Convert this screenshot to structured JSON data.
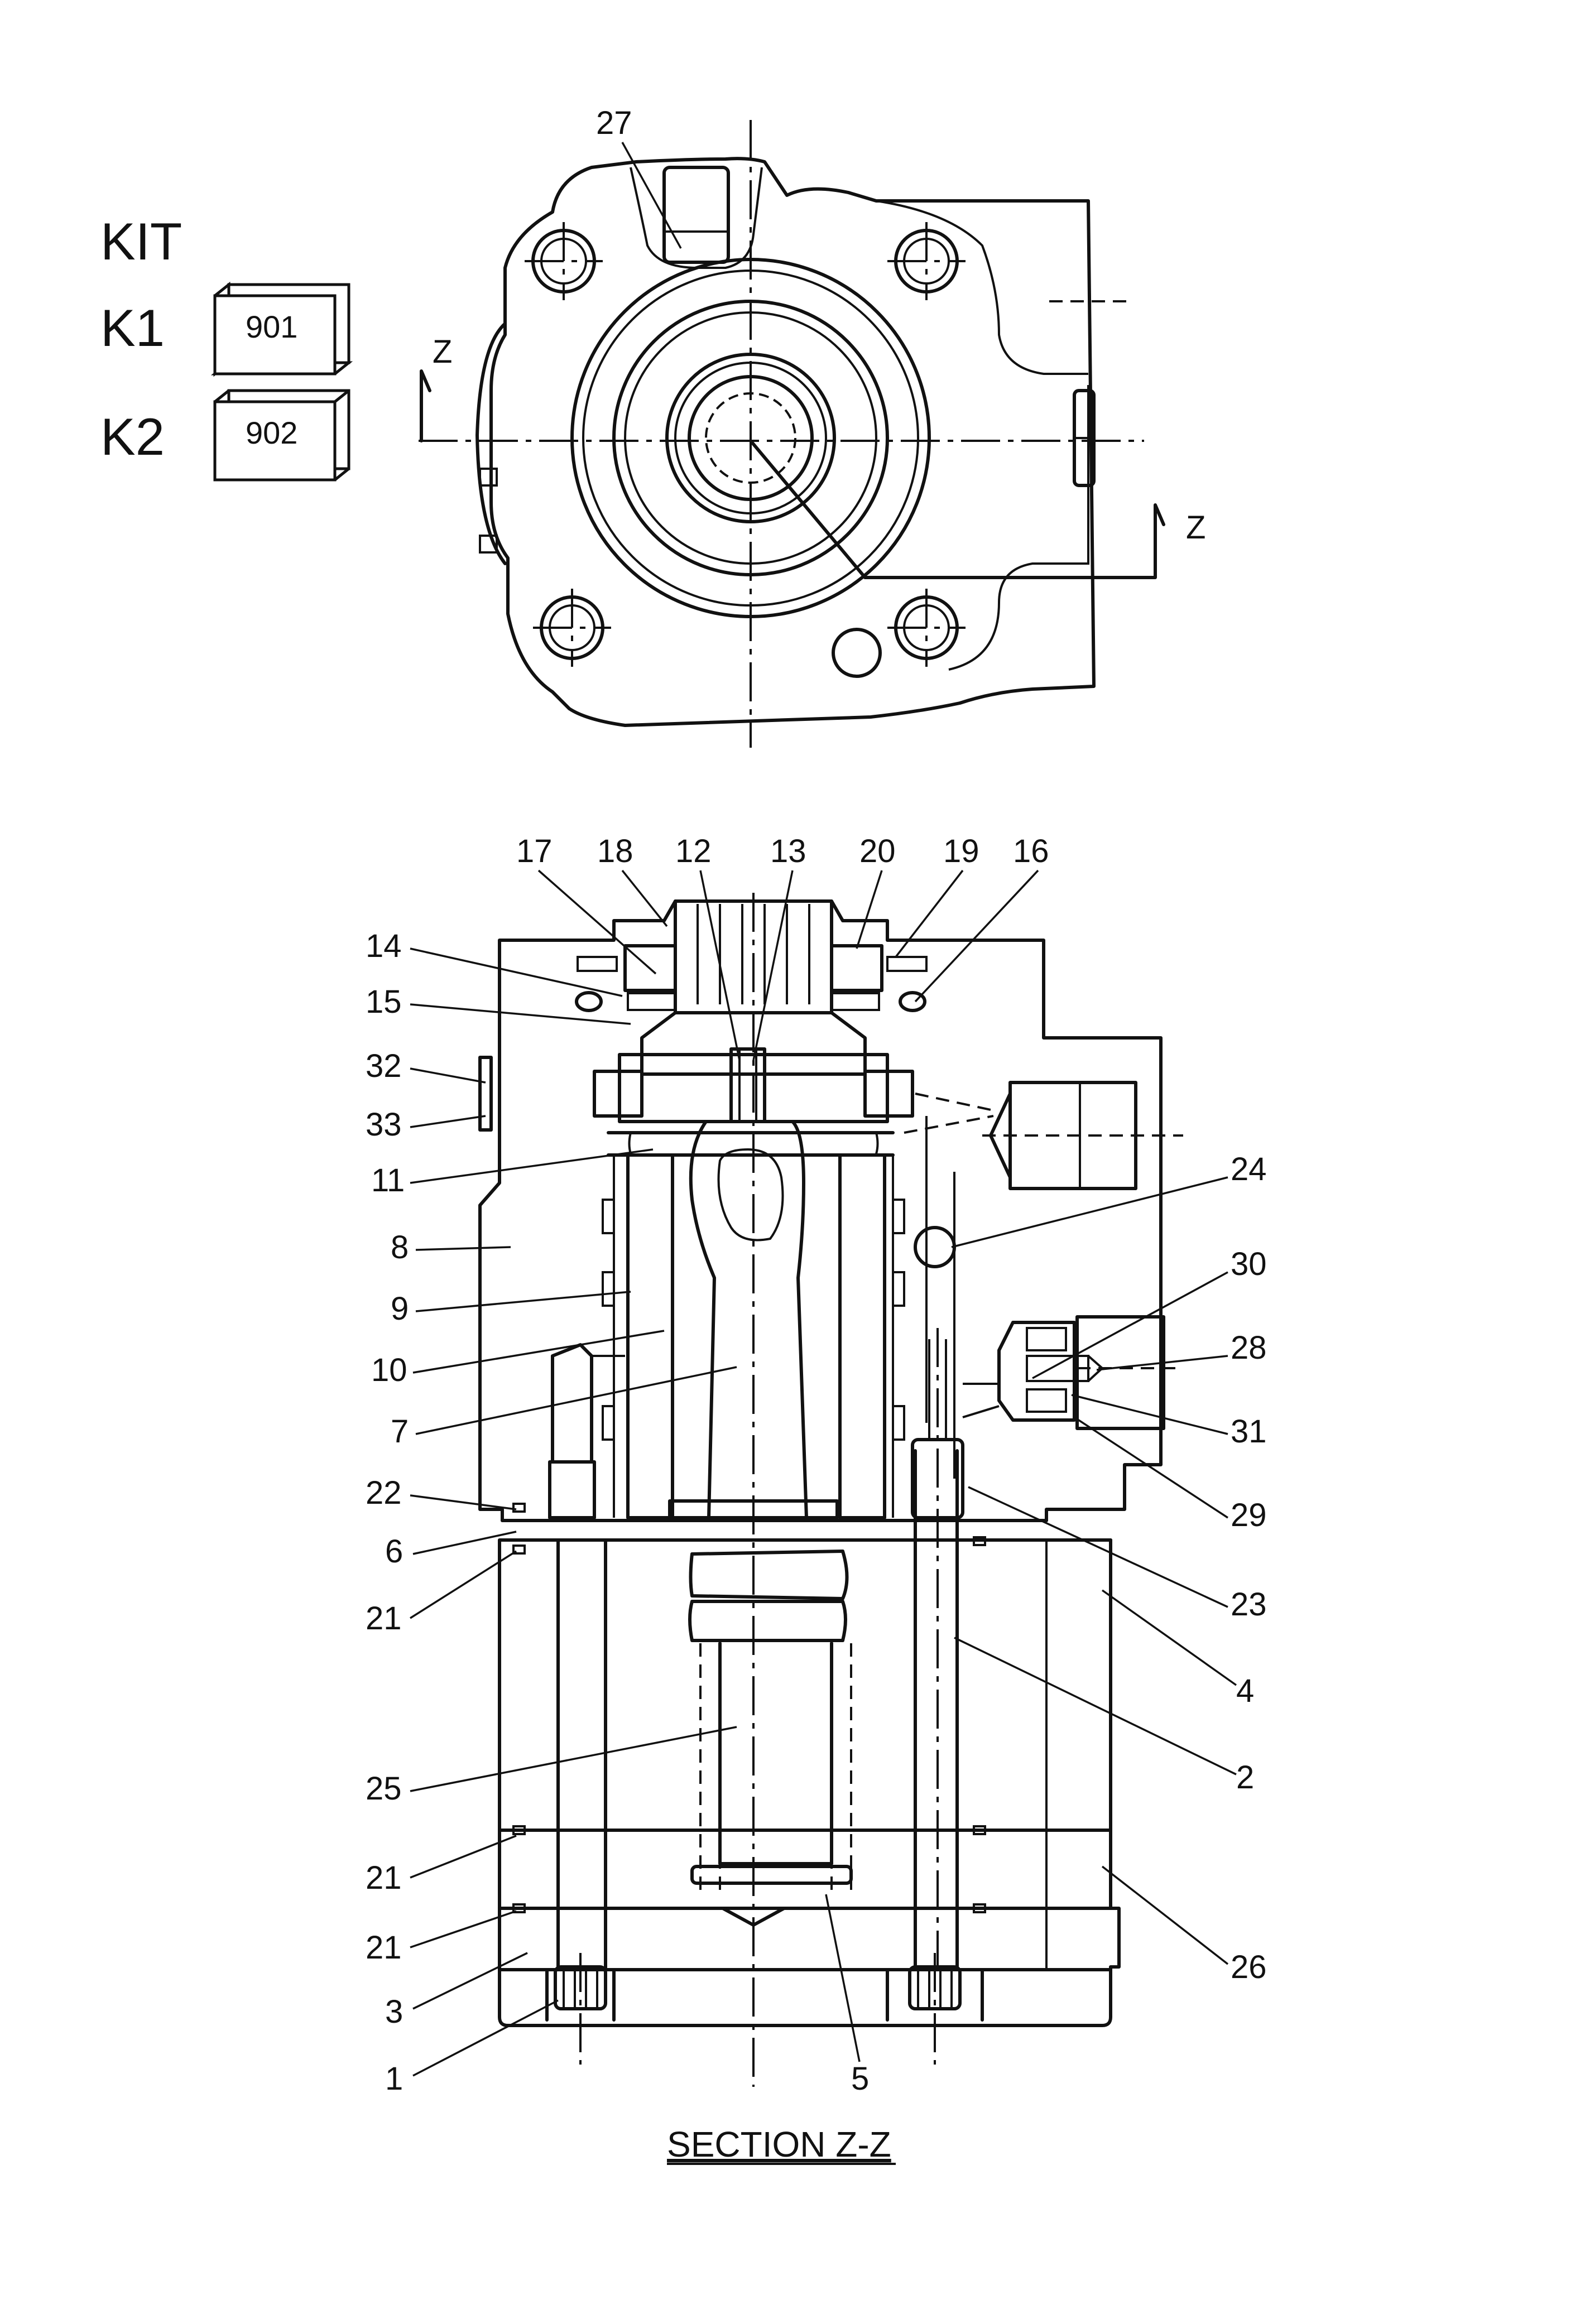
{
  "kit": {
    "heading": "KIT",
    "rows": [
      {
        "label": "K1",
        "code": "901"
      },
      {
        "label": "K2",
        "code": "902"
      }
    ]
  },
  "section_marker": "Z",
  "top_view_callout": "27",
  "section_title": "SECTION Z-Z",
  "callouts": [
    "17",
    "18",
    "12",
    "13",
    "20",
    "19",
    "16",
    "14",
    "15",
    "32",
    "33",
    "11",
    "24",
    "8",
    "30",
    "9",
    "28",
    "10",
    "31",
    "7",
    "29",
    "22",
    "6",
    "21",
    "23",
    "4",
    "25",
    "2",
    "21",
    "21",
    "26",
    "3",
    "1",
    "5"
  ]
}
